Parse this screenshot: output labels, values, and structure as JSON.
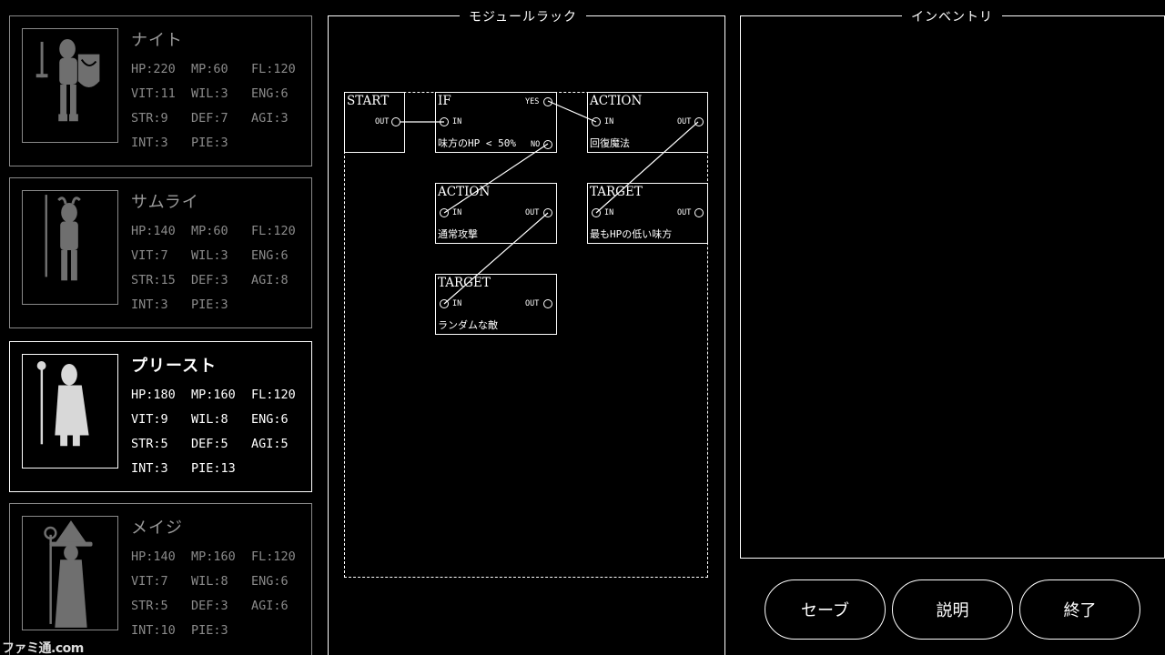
{
  "characters": [
    {
      "name": "ナイト",
      "active": false,
      "stats": [
        "HP:220",
        "MP:60",
        "FL:120",
        "VIT:11",
        "WIL:3",
        "ENG:6",
        "STR:9",
        "DEF:7",
        "AGI:3",
        "INT:3",
        "PIE:3"
      ]
    },
    {
      "name": "サムライ",
      "active": false,
      "stats": [
        "HP:140",
        "MP:60",
        "FL:120",
        "VIT:7",
        "WIL:3",
        "ENG:6",
        "STR:15",
        "DEF:3",
        "AGI:8",
        "INT:3",
        "PIE:3"
      ]
    },
    {
      "name": "プリースト",
      "active": true,
      "stats": [
        "HP:180",
        "MP:160",
        "FL:120",
        "VIT:9",
        "WIL:8",
        "ENG:6",
        "STR:5",
        "DEF:5",
        "AGI:5",
        "INT:3",
        "PIE:13"
      ]
    },
    {
      "name": "メイジ",
      "active": false,
      "stats": [
        "HP:140",
        "MP:160",
        "FL:120",
        "VIT:7",
        "WIL:8",
        "ENG:6",
        "STR:5",
        "DEF:3",
        "AGI:6",
        "INT:10",
        "PIE:3"
      ]
    }
  ],
  "module_rack": {
    "title": "モジュールラック",
    "nodes": {
      "start": {
        "title": "START",
        "out_label": "OUT"
      },
      "if": {
        "title": "IF",
        "in_label": "IN",
        "yes_label": "YES",
        "no_label": "NO",
        "desc": "味方のHP < 50%"
      },
      "action_heal": {
        "title": "ACTION",
        "in_label": "IN",
        "out_label": "OUT",
        "desc": "回復魔法"
      },
      "action_attack": {
        "title": "ACTION",
        "in_label": "IN",
        "out_label": "OUT",
        "desc": "通常攻撃"
      },
      "target_ally": {
        "title": "TARGET",
        "in_label": "IN",
        "out_label": "OUT",
        "desc": "最もHPの低い味方"
      },
      "target_enemy": {
        "title": "TARGET",
        "in_label": "IN",
        "out_label": "OUT",
        "desc": "ランダムな敵"
      }
    }
  },
  "inventory": {
    "title": "インベントリ"
  },
  "buttons": {
    "save": "セーブ",
    "help": "説明",
    "quit": "終了"
  },
  "watermark": "ファミ通.com"
}
